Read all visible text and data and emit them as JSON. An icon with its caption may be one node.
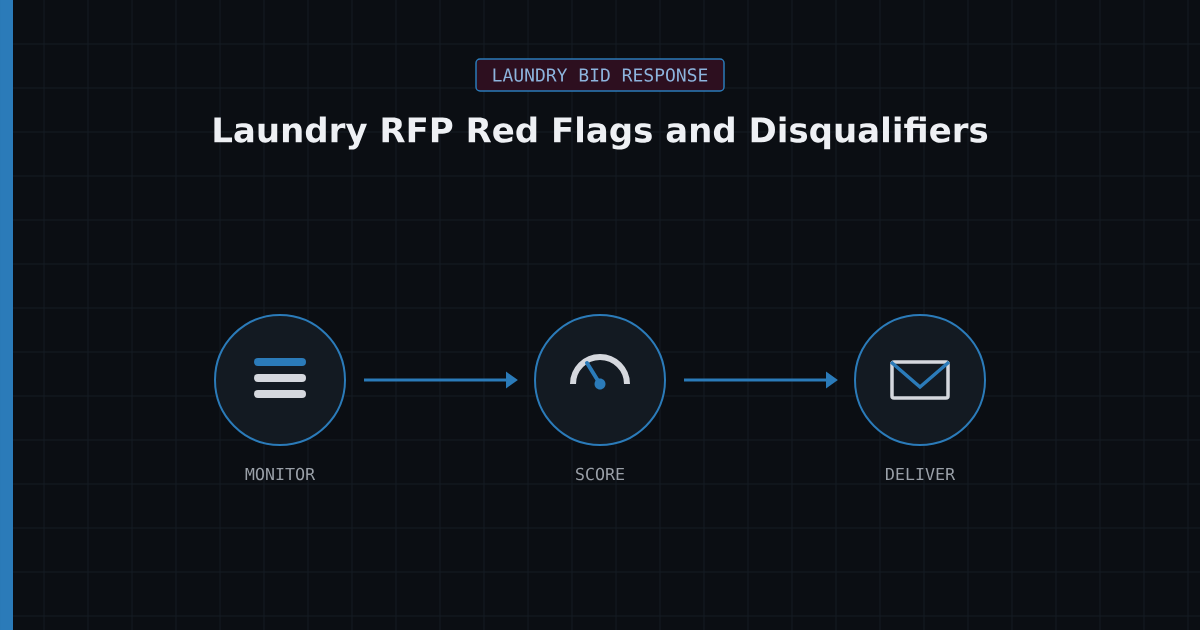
{
  "diagram": {
    "title": "Laundry RFP Red Flags and Disqualifiers",
    "nodes": [
      {
        "text": [
          "LAUNDRY BID RESPONSE"
        ]
      },
      {
        "text": [
          "MONITOR"
        ]
      },
      {
        "text": [
          "SCORE"
        ]
      },
      {
        "text": [
          "DELIVER"
        ]
      }
    ],
    "edges": [
      {
        "from": 1,
        "to": 2,
        "arrow": "to"
      },
      {
        "from": 2,
        "to": 3,
        "arrow": "to"
      }
    ]
  }
}
